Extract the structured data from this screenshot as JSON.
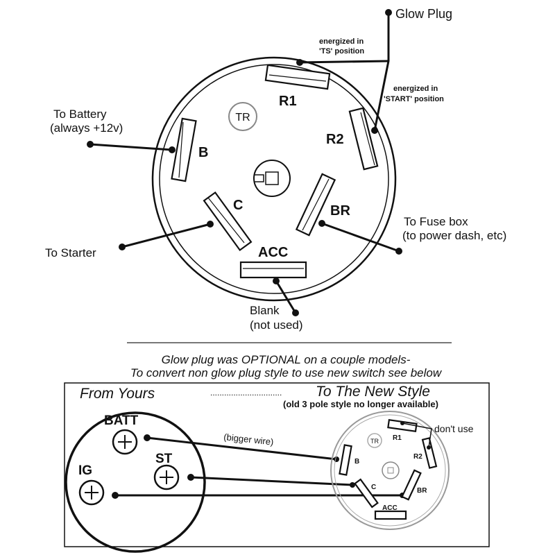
{
  "top_diagram": {
    "terminals": {
      "r1": "R1",
      "r2": "R2",
      "b": "B",
      "c": "C",
      "br": "BR",
      "acc": "ACC",
      "tr_mark": "TR"
    },
    "callouts": {
      "glow_plug": "Glow Plug",
      "energized_ts_line1": "energized in",
      "energized_ts_line2": "'TS' position",
      "energized_start_line1": "energized in",
      "energized_start_line2": "'START' position",
      "battery_line1": "To Battery",
      "battery_line2": "(always +12v)",
      "fuse_line1": "To Fuse box",
      "fuse_line2": "(to power dash, etc)",
      "starter": "To Starter",
      "blank_line1": "Blank",
      "blank_line2": "(not used)"
    }
  },
  "notes": {
    "line1": "Glow plug was OPTIONAL on a couple models-",
    "line2": "To convert non glow plug style to use new switch see below"
  },
  "bottom_diagram": {
    "from_title": "From Yours",
    "dots": "...............................",
    "to_title": "To The New Style",
    "to_subtitle": "(old 3 pole style no longer available)",
    "old_switch": {
      "batt": "BATT",
      "st": "ST",
      "ig": "IG"
    },
    "wire_note": "(bigger wire)",
    "new_switch": {
      "r1": "R1",
      "r2": "R2",
      "b": "B",
      "c": "C",
      "br": "BR",
      "acc": "ACC",
      "tr_mark": "TR",
      "dont_use": "don't use"
    }
  }
}
